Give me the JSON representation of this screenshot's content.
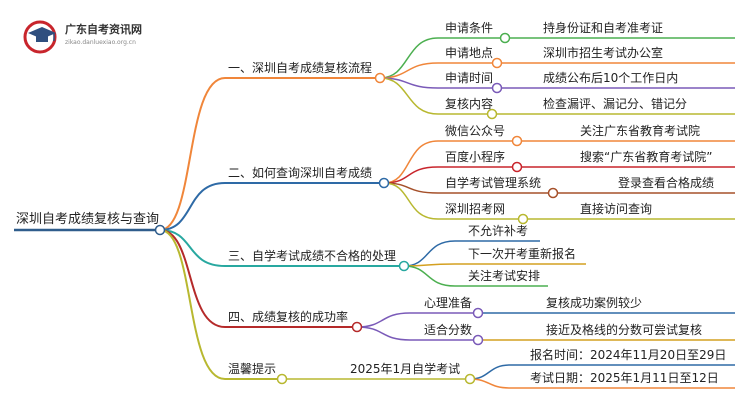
{
  "logo": {
    "title": "广东自考资讯网",
    "subtitle": "zikao.danluexiao.org.cn"
  },
  "colors": {
    "root": "#2f5d8c",
    "branch1": "#f0863a",
    "branch2": "#2e6aa6",
    "branch3": "#28a8a0",
    "branch4": "#b52a2a",
    "branch5": "#b8b830",
    "leaf_green": "#4caf50",
    "leaf_orange": "#f0863a",
    "leaf_purple": "#7a5ab8",
    "leaf_olive": "#b8b830",
    "leaf_red": "#c8252c",
    "leaf_brown": "#a5502a",
    "leaf_teal": "#28a8a0",
    "leaf_gold": "#d4a020",
    "leaf_blue": "#2e6aa6"
  },
  "mindmap": {
    "root": "深圳自考成绩复核与查询",
    "branches": [
      {
        "label": "一、深圳自考成绩复核流程",
        "children": [
          {
            "label": "申请条件",
            "detail": "持身份证和自考准考证"
          },
          {
            "label": "申请地点",
            "detail": "深圳市招生考试办公室"
          },
          {
            "label": "申请时间",
            "detail": "成绩公布后10个工作日内"
          },
          {
            "label": "复核内容",
            "detail": "检查漏评、漏记分、错记分"
          }
        ]
      },
      {
        "label": "二、如何查询深圳自考成绩",
        "children": [
          {
            "label": "微信公众号",
            "detail": "关注广东省教育考试院"
          },
          {
            "label": "百度小程序",
            "detail": "搜索“广东省教育考试院”"
          },
          {
            "label": "自学考试管理系统",
            "detail": "登录查看合格成绩"
          },
          {
            "label": "深圳招考网",
            "detail": "直接访问查询"
          }
        ]
      },
      {
        "label": "三、自学考试成绩不合格的处理",
        "children": [
          {
            "label": "不允许补考"
          },
          {
            "label": "下一次开考重新报名"
          },
          {
            "label": "关注考试安排"
          }
        ]
      },
      {
        "label": "四、成绩复核的成功率",
        "children": [
          {
            "label": "心理准备",
            "detail": "复核成功案例较少"
          },
          {
            "label": "适合分数",
            "detail": "接近及格线的分数可尝试复核"
          }
        ]
      },
      {
        "label": "温馨提示",
        "children": [
          {
            "label": "2025年1月自学考试",
            "children": [
              {
                "label": "报名时间：2024年11月20日至29日"
              },
              {
                "label": "考试日期：2025年1月11日至12日"
              }
            ]
          }
        ]
      }
    ]
  }
}
